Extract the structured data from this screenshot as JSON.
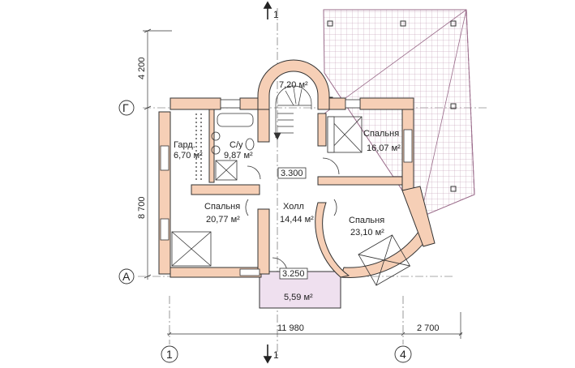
{
  "sections": {
    "top": "1",
    "bottom": "1"
  },
  "axes": {
    "g": "Г",
    "a": "А",
    "one": "1",
    "four": "4"
  },
  "dimensions": {
    "left_upper": "4 200",
    "left_lower": "8 700",
    "bottom_main": "11 980",
    "bottom_right": "2 700"
  },
  "rooms": {
    "stair_area": "7,20 м²",
    "bedroom_ne_name": "Спальня",
    "bedroom_ne_area": "16,07 м²",
    "wardrobe_name": "Гард.",
    "wardrobe_area": "6,70 м²",
    "bath_name": "С/у",
    "bath_area": "9,87 м²",
    "bedroom_w_name": "Спальня",
    "bedroom_w_area": "20,77 м²",
    "hall_name": "Холл",
    "hall_area": "14,44 м²",
    "bedroom_se_name": "Спальня",
    "bedroom_se_area": "23,10 м²",
    "balcony_area": "5,59 м²"
  },
  "levels": {
    "hall": "3.300",
    "balcony": "3.250"
  },
  "colors": {
    "wall": "#f6cfb6",
    "line": "#333333",
    "roof": "#9a6b8a",
    "balcony": "#efe0ef"
  }
}
